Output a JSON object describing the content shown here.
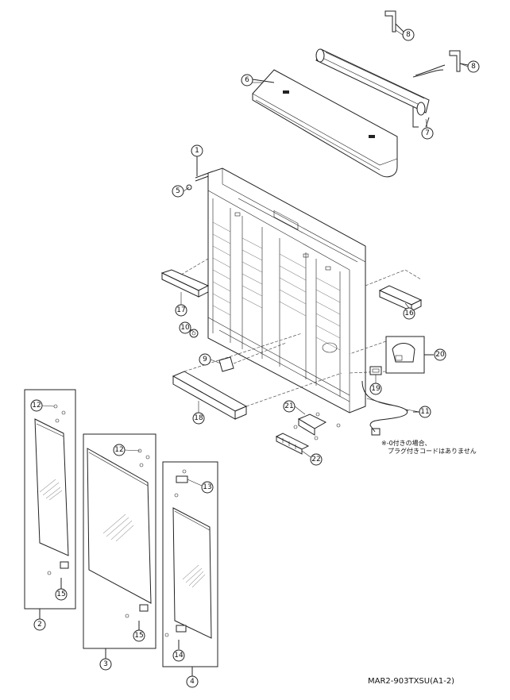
{
  "parts": [
    {
      "id": "part-1",
      "label": "1"
    },
    {
      "id": "part-2",
      "label": "2"
    },
    {
      "id": "part-3",
      "label": "3"
    },
    {
      "id": "part-4",
      "label": "4"
    },
    {
      "id": "part-5",
      "label": "5"
    },
    {
      "id": "part-6",
      "label": "6"
    },
    {
      "id": "part-7",
      "label": "7"
    },
    {
      "id": "part-8a",
      "label": "8"
    },
    {
      "id": "part-8b",
      "label": "8"
    },
    {
      "id": "part-9",
      "label": "9"
    },
    {
      "id": "part-10",
      "label": "10"
    },
    {
      "id": "part-11",
      "label": "11"
    },
    {
      "id": "part-12a",
      "label": "12"
    },
    {
      "id": "part-12b",
      "label": "12"
    },
    {
      "id": "part-13",
      "label": "13"
    },
    {
      "id": "part-14",
      "label": "14"
    },
    {
      "id": "part-15a",
      "label": "15"
    },
    {
      "id": "part-15b",
      "label": "15"
    },
    {
      "id": "part-16",
      "label": "16"
    },
    {
      "id": "part-17",
      "label": "17"
    },
    {
      "id": "part-18",
      "label": "18"
    },
    {
      "id": "part-19",
      "label": "19"
    },
    {
      "id": "part-20",
      "label": "20"
    },
    {
      "id": "part-21",
      "label": "21"
    },
    {
      "id": "part-22",
      "label": "22"
    }
  ],
  "note": {
    "line1": "※-0付きの場合、",
    "line2": "プラグ付きコードはありません"
  },
  "model_code": "MAR2-903TXSU(A1-2)",
  "colors": {
    "line": "#222222",
    "background": "#ffffff"
  }
}
